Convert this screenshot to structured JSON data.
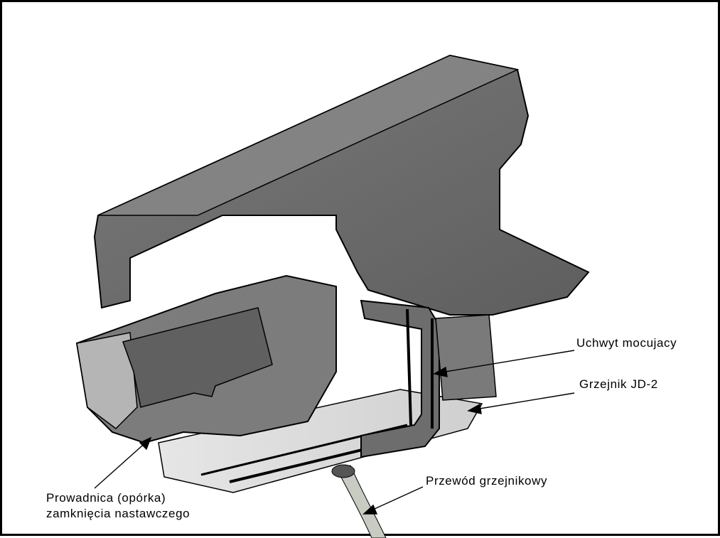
{
  "labels": {
    "holder": "Uchwyt mocujacy",
    "heater": "Grzejnik JD-2",
    "cable": "Przewód grzejnikowy",
    "guide_line1": "Prowadnica (opórka)",
    "guide_line2": "zamknięcia nastawczego"
  },
  "colors": {
    "body_dark": "#6f6f6f",
    "body_mid": "#8a8a8a",
    "body_light": "#b9b9b9",
    "heater_light": "#d9d9d9",
    "cable": "#c8cbc2",
    "outline": "#000000"
  }
}
